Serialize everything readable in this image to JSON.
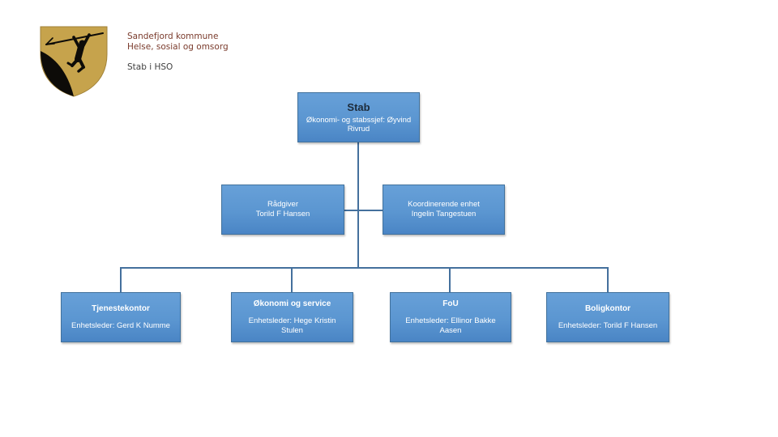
{
  "header": {
    "org_line1": "Sandefjord kommune",
    "org_line2": "Helse, sosial og omsorg",
    "subtitle": "Stab i HSO"
  },
  "logo": {
    "name": "sandefjord-municipality-coat-of-arms",
    "description": "gold shield with black silhouette of a man lifting a spear on a hill"
  },
  "chart": {
    "type": "org-chart",
    "root": {
      "title": "Stab",
      "subtitle": "Økonomi- og stabssjef: Øyvind Rivrud"
    },
    "level2": [
      {
        "title": "Rådgiver",
        "subtitle": "Torild F Hansen"
      },
      {
        "title": "Koordinerende enhet",
        "subtitle": "Ingelin Tangestuen"
      }
    ],
    "level3": [
      {
        "title": "Tjenestekontor",
        "subtitle": "Enhetsleder: Gerd K Numme"
      },
      {
        "title": "Økonomi og service",
        "subtitle": "Enhetsleder: Hege Kristin Stulen"
      },
      {
        "title": "FoU",
        "subtitle": "Enhetsleder: Ellinor Bakke Aasen"
      },
      {
        "title": "Boligkontor",
        "subtitle": "Enhetsleder: Torild F Hansen"
      }
    ]
  },
  "colors": {
    "box_fill_top": "#67a0d8",
    "box_fill_mid": "#5b96d1",
    "box_fill_bottom": "#4a85c5",
    "box_border": "#41719c",
    "connector": "#44709d",
    "node_text": "#ffffff",
    "root_title_text": "#1d2b3a",
    "header_org_text": "#7a3b2c",
    "header_subtitle_text": "#404040",
    "shield_gold": "#c6a34c",
    "shield_gold_dark": "#a08138",
    "silhouette_black": "#0d0b08"
  }
}
